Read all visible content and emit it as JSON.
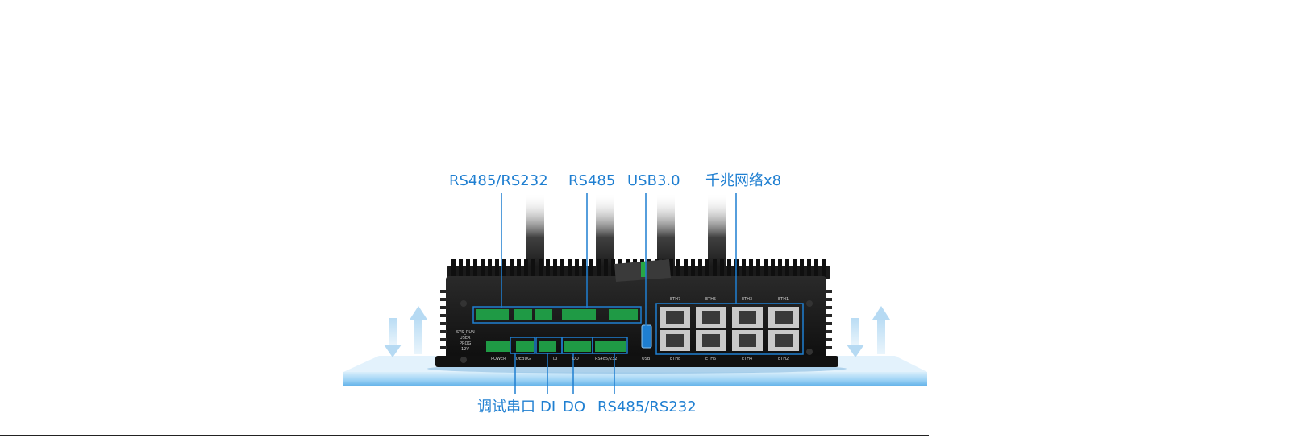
{
  "top_labels": {
    "rs485_rs232": "RS485/RS232",
    "rs485": "RS485",
    "usb": "USB3.0",
    "gigabit": "千兆网络x8"
  },
  "bottom_labels": {
    "debug_serial": "调试串口",
    "di": "DI",
    "do": "DO",
    "rs485_rs232": "RS485/RS232"
  },
  "panel_text": {
    "power": "POWER",
    "debug": "DEBUG",
    "di": "DI",
    "do": "DO",
    "rs485_232": "RS485/232",
    "usb": "USB",
    "eth7": "ETH7",
    "eth5": "ETH5",
    "eth3": "ETH3",
    "eth1": "ETH1",
    "eth8": "ETH8",
    "eth6": "ETH6",
    "eth4": "ETH4",
    "eth2": "ETH2",
    "sys_run": "SYS_RUN",
    "user": "USER",
    "prog": "PROG",
    "v12": "12V"
  },
  "colors": {
    "accent": "#1f7fd1",
    "connector_green": "#1f9a45",
    "chassis": "#141414",
    "platform": "#7ec2ee"
  }
}
